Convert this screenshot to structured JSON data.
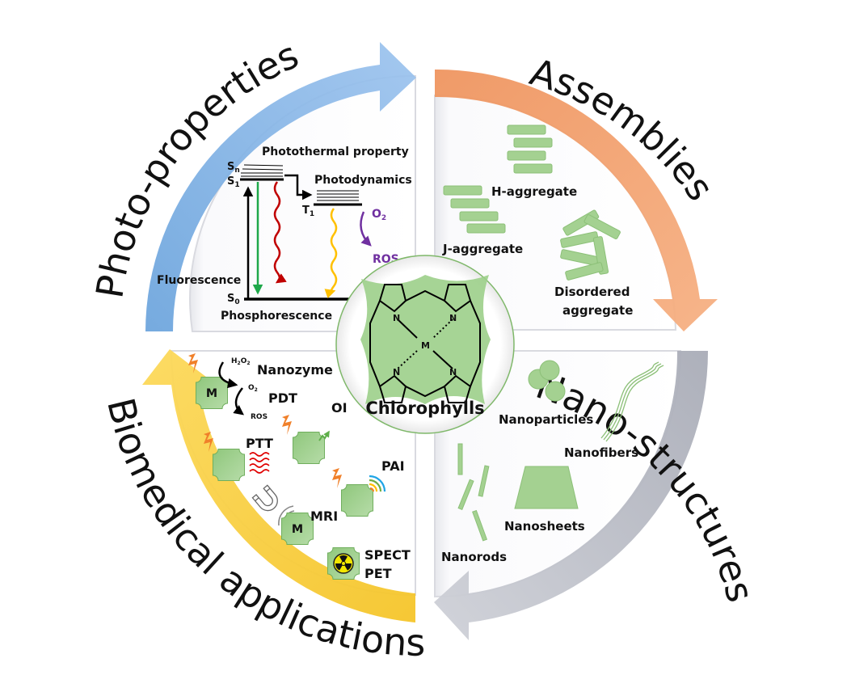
{
  "center": {
    "title": "Chlorophylls",
    "atoms": {
      "metal": "M",
      "nitrogen": "N"
    }
  },
  "quadrants": {
    "photo_properties": {
      "title": "Photo-properties",
      "arrow_color": "#7fb1e3",
      "labels": {
        "photothermal": "Photothermal property",
        "photodynamics": "Photodynamics",
        "fluorescence": "Fluorescence",
        "phosphorescence": "Phosphorescence",
        "o2": "O",
        "o2_sub": "2",
        "ros": "ROS"
      },
      "states": {
        "sn": "S",
        "sn_sub": "n",
        "s1": "S",
        "s1_sub": "1",
        "t1": "T",
        "t1_sub": "1",
        "s0": "S",
        "s0_sub": "0"
      },
      "colors": {
        "fluorescence": "#1ea84a",
        "nonradiative": "#c00000",
        "phosphorescence": "#ffc000",
        "ros": "#7030a0"
      }
    },
    "assemblies": {
      "title": "Assemblies",
      "arrow_color": "#f2a06b",
      "items": [
        "H-aggregate",
        "J-aggregate",
        "Disordered",
        "aggregate"
      ]
    },
    "nano_structures": {
      "title": "Nano-structures",
      "arrow_color": "#b9bcc6",
      "items": [
        "Nanoparticles",
        "Nanofibers",
        "Nanosheets",
        "Nanorods"
      ]
    },
    "biomedical": {
      "title": "Biomedical applications",
      "arrow_color": "#f9cd3c",
      "items": [
        "Nanozyme",
        "PDT",
        "OI",
        "PTT",
        "PAI",
        "MRI",
        "SPECT",
        "PET"
      ],
      "species": {
        "h2o2": "H",
        "h2o2_mid": "2",
        "h2o2_o": "O",
        "o2": "O",
        "two": "2",
        "ros": "ROS"
      },
      "metal_label": "M"
    }
  },
  "colors": {
    "green_fill": "#9ccf8a",
    "green_stroke": "#6fae5c",
    "lightning": "#f0802a"
  }
}
